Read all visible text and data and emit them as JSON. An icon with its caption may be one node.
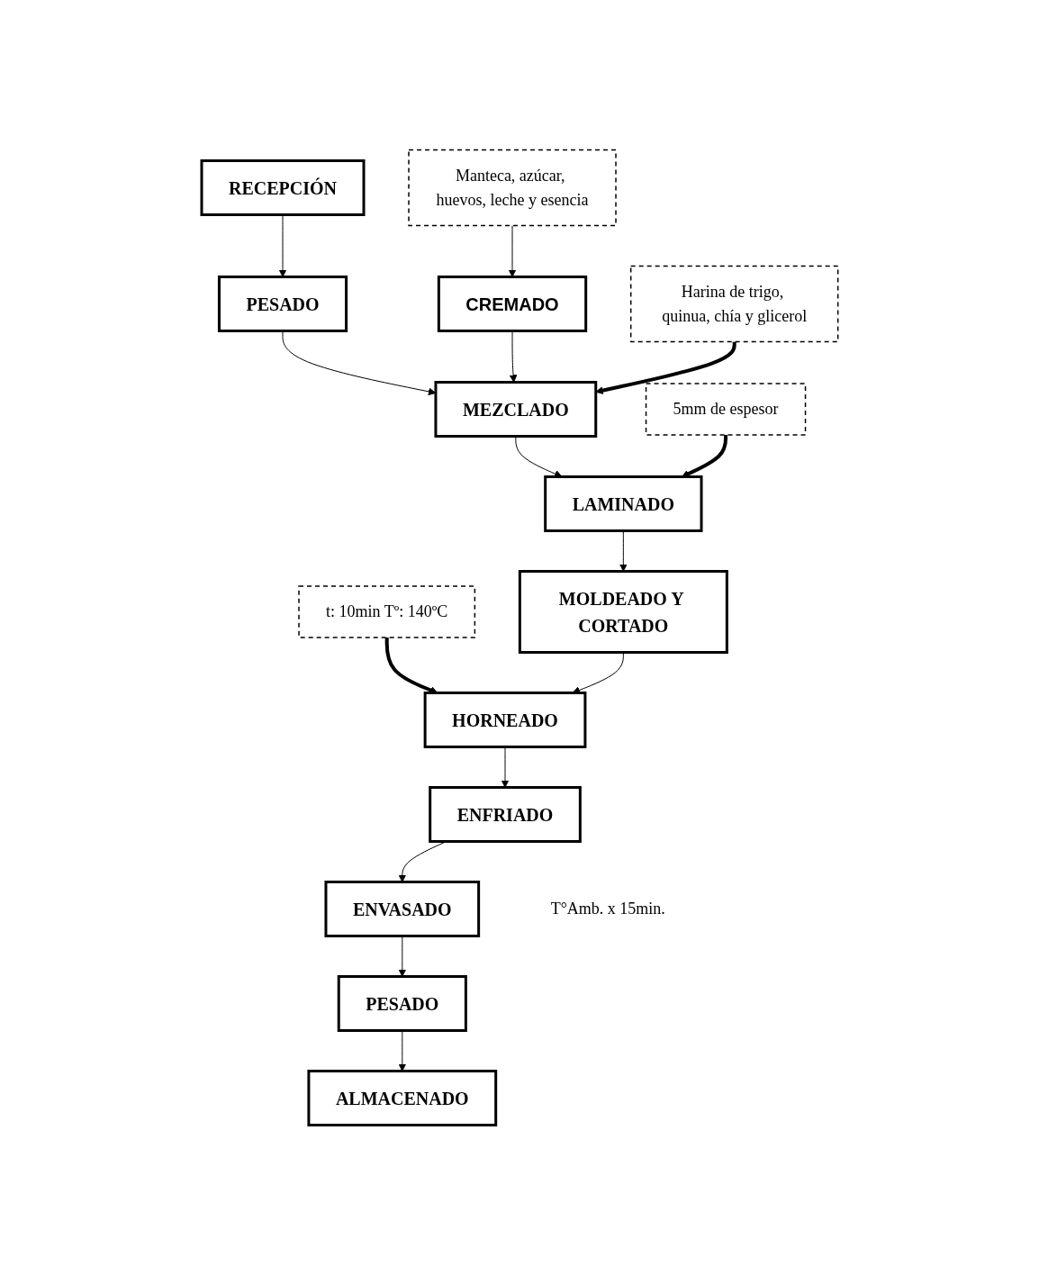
{
  "diagram": {
    "nodes": [
      {
        "text": [
          "RECEPCIÓN"
        ]
      },
      {
        "text": [
          "PESADO"
        ]
      },
      {
        "text": [
          "Manteca, azúcar, huevos, leche y esencia"
        ]
      },
      {
        "text": [
          "CREMADO"
        ]
      },
      {
        "text": [
          "MEZCLADO"
        ]
      },
      {
        "text": [
          "Harina de trigo, quinua, chía y glicerol"
        ]
      },
      {
        "text": [
          "LAMINADO"
        ]
      },
      {
        "text": [
          "5mm de espesor"
        ]
      },
      {
        "text": [
          "MOLDEADO Y CORTADO"
        ]
      },
      {
        "text": [
          "t: 10min Tº: 140ºC"
        ]
      },
      {
        "text": [
          "HORNEADO"
        ]
      },
      {
        "text": [
          "ENFRIADO"
        ],
        "beside": [
          "T°Amb. x 15min."
        ]
      },
      {
        "text": [
          "ENVASADO"
        ]
      },
      {
        "text": [
          "PESADO"
        ]
      },
      {
        "text": [
          "ALMACENADO"
        ]
      }
    ],
    "edges": [
      {
        "from": 0,
        "to": 1,
        "arrow": "to"
      },
      {
        "from": 1,
        "to": 4,
        "arrow": "to"
      },
      {
        "from": 2,
        "to": 3,
        "arrow": "to"
      },
      {
        "from": 3,
        "to": 4,
        "arrow": "to"
      },
      {
        "from": 5,
        "to": 4,
        "arrow": "to",
        "style": "thick"
      },
      {
        "from": 4,
        "to": 6,
        "arrow": "to"
      },
      {
        "from": 7,
        "to": 6,
        "arrow": "to",
        "style": "thick"
      },
      {
        "from": 6,
        "to": 8,
        "arrow": "to"
      },
      {
        "from": 9,
        "to": 10,
        "arrow": "to",
        "style": "thick"
      },
      {
        "from": 8,
        "to": 10,
        "arrow": "to"
      },
      {
        "from": 10,
        "to": 11,
        "arrow": "to"
      },
      {
        "from": 11,
        "to": 12,
        "arrow": "to"
      },
      {
        "from": 12,
        "to": 13,
        "arrow": "to"
      },
      {
        "from": 13,
        "to": 14,
        "arrow": "to"
      }
    ]
  }
}
